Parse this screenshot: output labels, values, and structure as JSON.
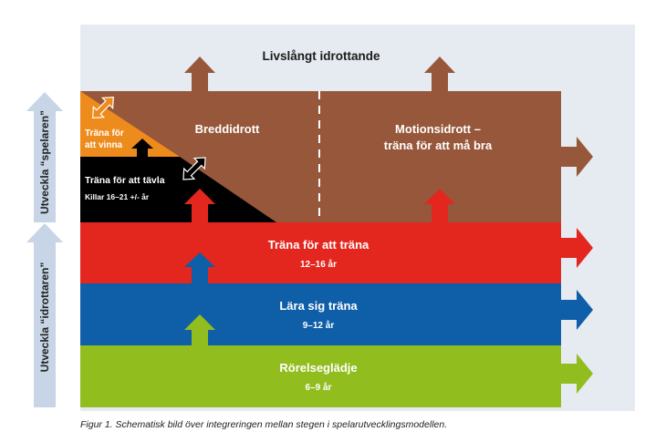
{
  "top_label": "Livslångt idrottande",
  "top_left": {
    "orange_line1": "Träna för",
    "orange_line2": "att vinna",
    "black_title": "Träna för att tävla",
    "black_sub": "Killar 16–21 +/- år"
  },
  "brown": {
    "left_title": "Breddidrott",
    "right_line1": "Motionsidrott –",
    "right_line2": "träna för att må bra"
  },
  "bands": [
    {
      "title": "Träna för att träna",
      "sub": "12–16 år",
      "color": "#e3271e"
    },
    {
      "title": "Lära sig träna",
      "sub": "9–12 år",
      "color": "#0f5ea8"
    },
    {
      "title": "Rörelseglädje",
      "sub": "6–9 år",
      "color": "#92bd1f"
    }
  ],
  "side_labels": {
    "upper": "Utveckla “spelaren”",
    "lower": "Utveckla “idrottaren”"
  },
  "colors": {
    "panel": "#e6ebf1",
    "brown": "#97573a",
    "orange": "#ee8b1d",
    "black": "#000000",
    "side_arrow": "#c7d5e6"
  },
  "caption": "Figur 1. Schematisk bild över integreringen mellan stegen i spelarutvecklingsmodellen."
}
